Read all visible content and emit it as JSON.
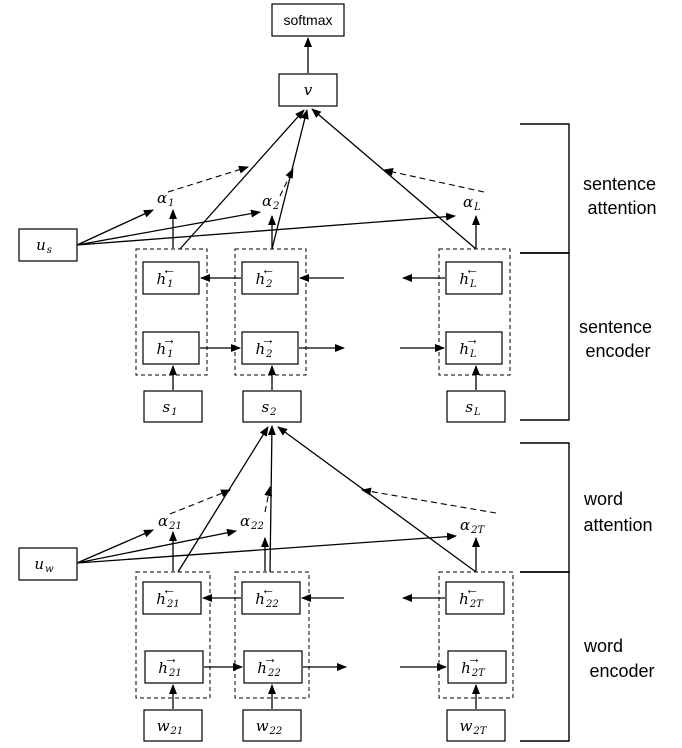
{
  "output": {
    "softmax_label": "softmax",
    "v_label": "v"
  },
  "sentence": {
    "context_vector": {
      "base": "u",
      "sub": "s"
    },
    "attention_weights": [
      {
        "base": "α",
        "sub": "1"
      },
      {
        "base": "α",
        "sub": "2"
      },
      {
        "base": "α",
        "sub": "L"
      }
    ],
    "backward_states": [
      {
        "base": "h",
        "sub": "1"
      },
      {
        "base": "h",
        "sub": "2"
      },
      {
        "base": "h",
        "sub": "L"
      }
    ],
    "forward_states": [
      {
        "base": "h",
        "sub": "1"
      },
      {
        "base": "h",
        "sub": "2"
      },
      {
        "base": "h",
        "sub": "L"
      }
    ],
    "inputs": [
      {
        "base": "s",
        "sub": "1"
      },
      {
        "base": "s",
        "sub": "2"
      },
      {
        "base": "s",
        "sub": "L"
      }
    ]
  },
  "word": {
    "context_vector": {
      "base": "u",
      "sub": "w"
    },
    "attention_weights": [
      {
        "base": "α",
        "sub": "21"
      },
      {
        "base": "α",
        "sub": "22"
      },
      {
        "base": "α",
        "sub": "2T"
      }
    ],
    "backward_states": [
      {
        "base": "h",
        "sub": "21"
      },
      {
        "base": "h",
        "sub": "22"
      },
      {
        "base": "h",
        "sub": "2T"
      }
    ],
    "forward_states": [
      {
        "base": "h",
        "sub": "21"
      },
      {
        "base": "h",
        "sub": "22"
      },
      {
        "base": "h",
        "sub": "2T"
      }
    ],
    "inputs": [
      {
        "base": "w",
        "sub": "21"
      },
      {
        "base": "w",
        "sub": "22"
      },
      {
        "base": "w",
        "sub": "2T"
      }
    ]
  },
  "sections": {
    "sentence_attention": [
      "sentence",
      "attention"
    ],
    "sentence_encoder": [
      "sentence",
      "encoder"
    ],
    "word_attention": [
      "word",
      "attention"
    ],
    "word_encoder": [
      "word",
      "encoder"
    ]
  }
}
